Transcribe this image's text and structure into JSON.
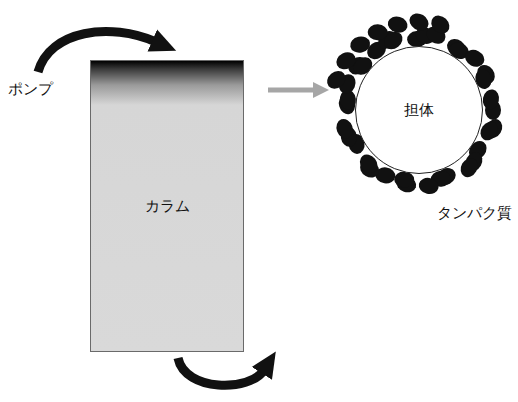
{
  "diagram": {
    "nodes": [
      {
        "text": [
          "カラム"
        ]
      },
      {
        "text": [
          "担体"
        ]
      }
    ],
    "edges": [
      {
        "from": 0,
        "to": 1,
        "arrow": "to"
      }
    ],
    "labels": [
      "ポンプ",
      "タンパク質"
    ]
  }
}
